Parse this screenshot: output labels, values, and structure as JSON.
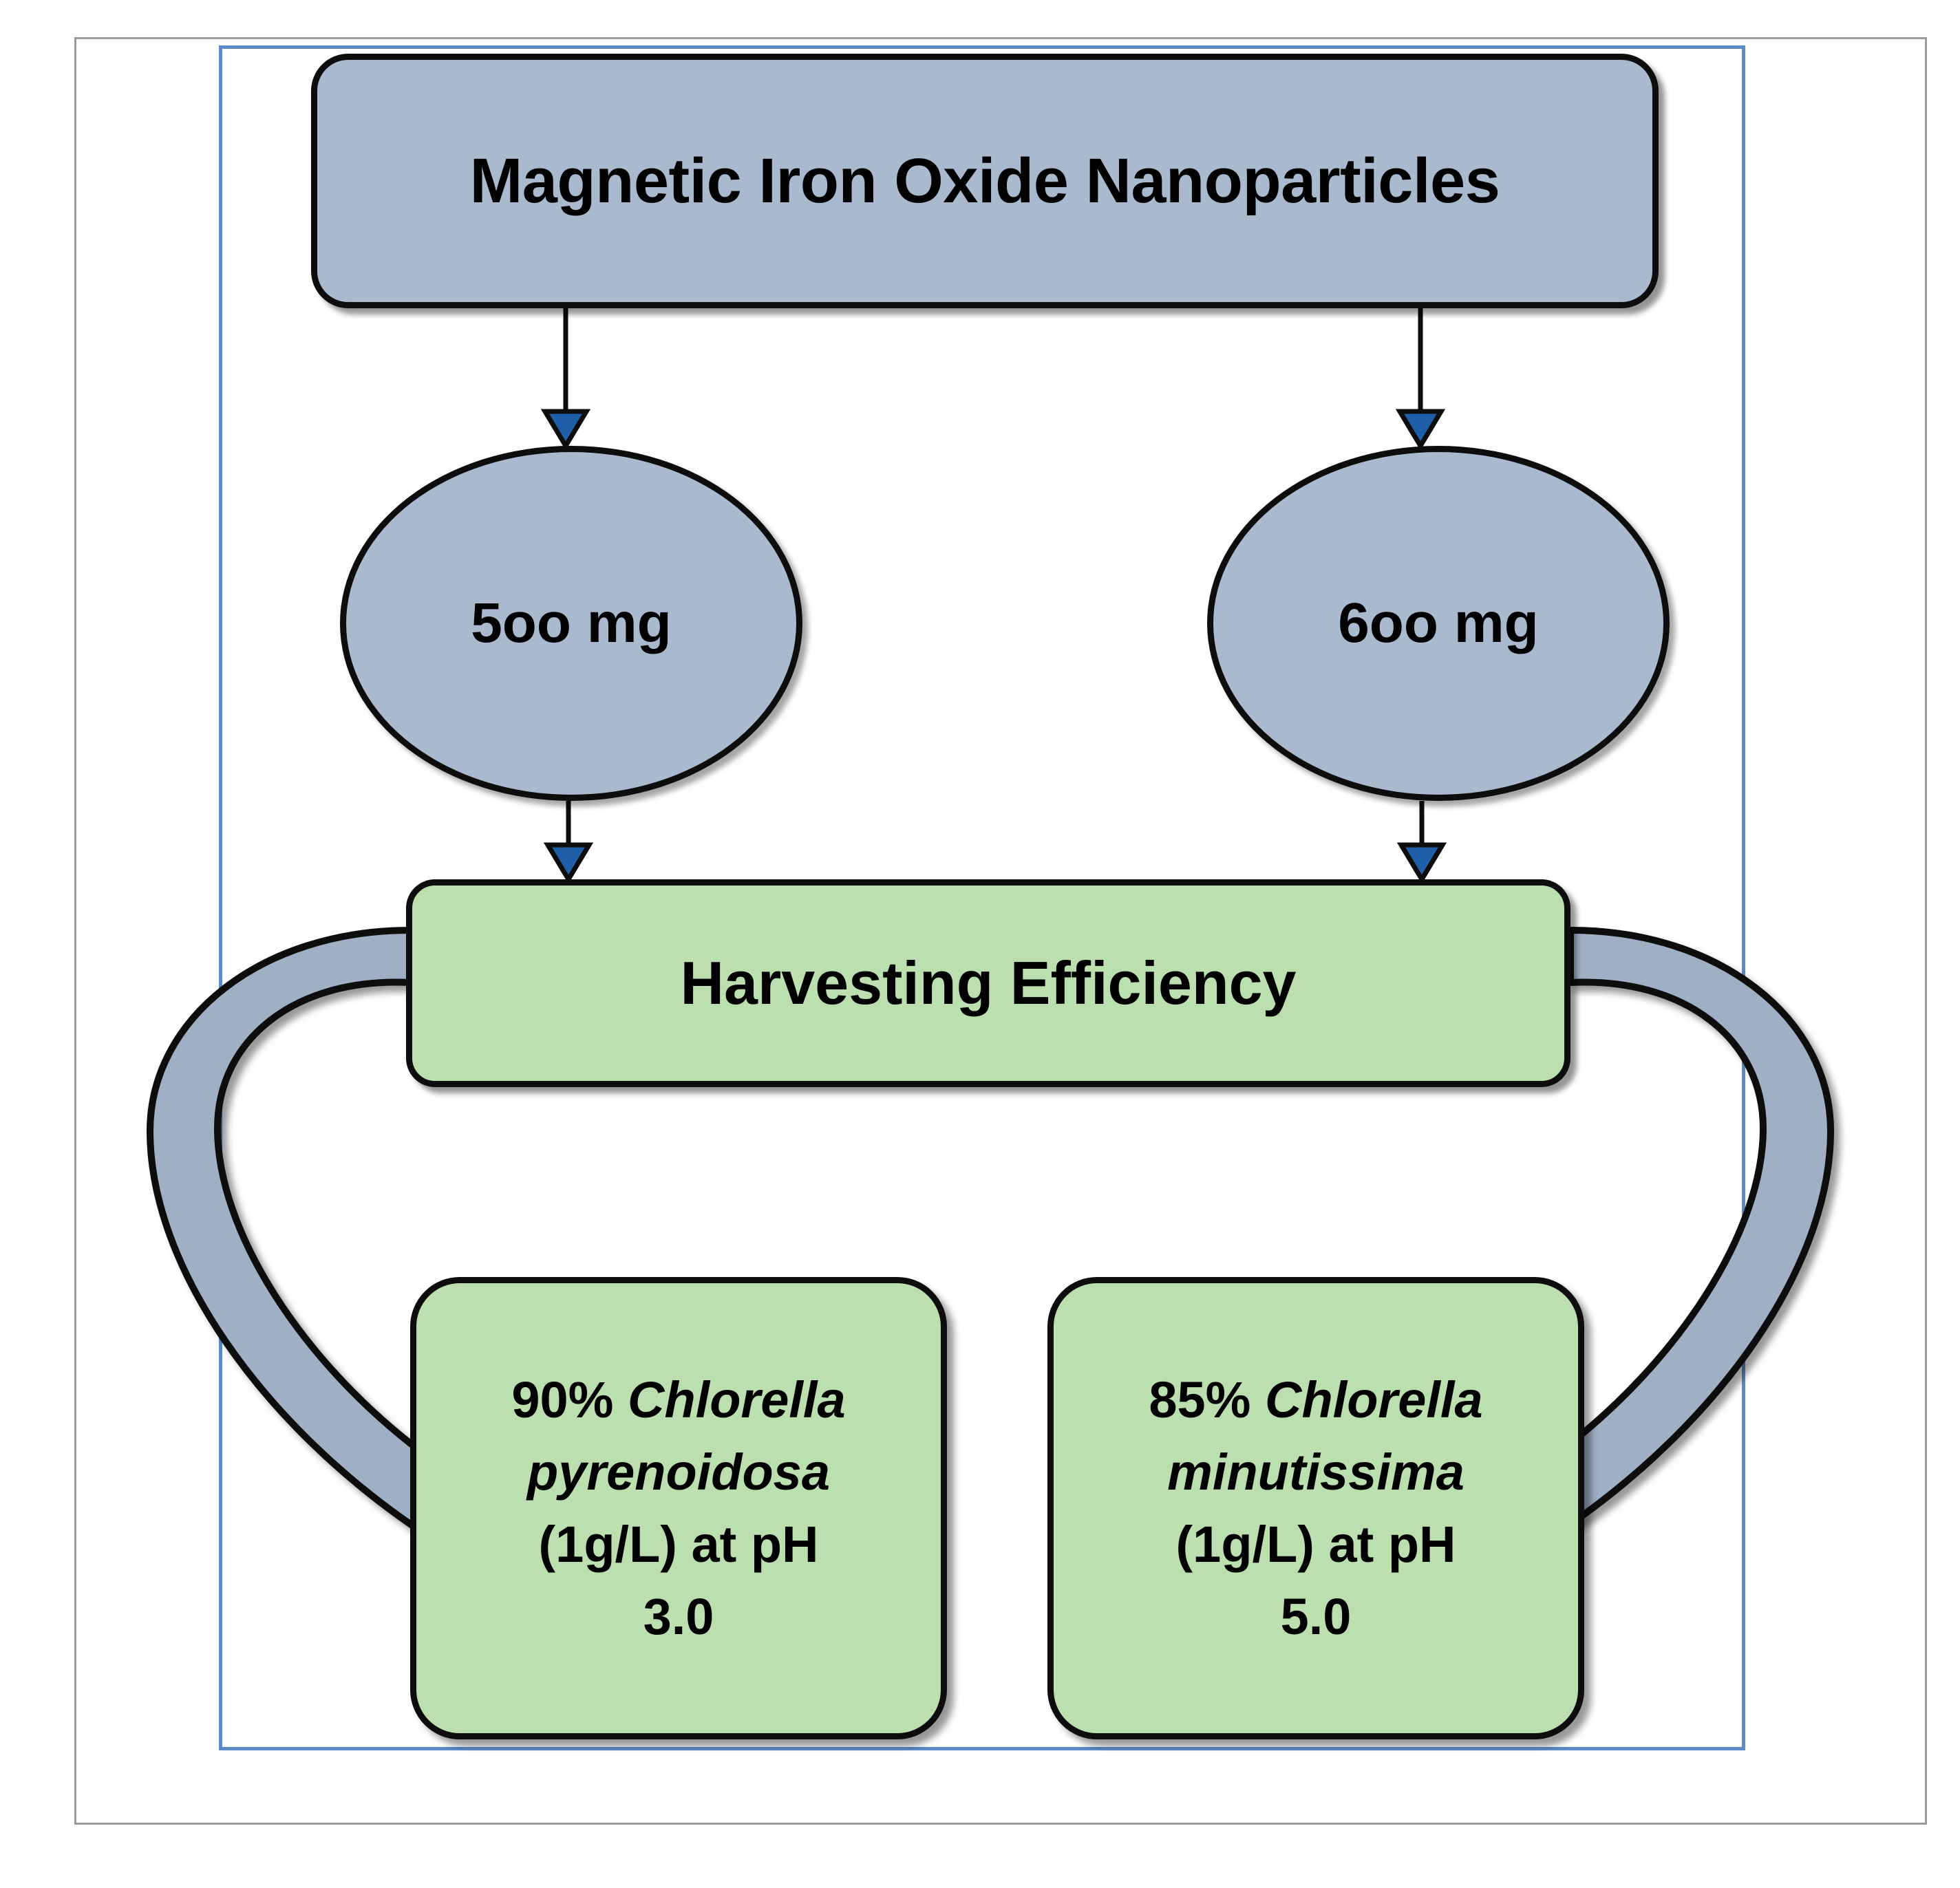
{
  "diagram": {
    "title_node": {
      "label": "Magnetic Iron Oxide Nanoparticles",
      "fill": "#a9bace"
    },
    "dosages": [
      {
        "label": "5oo mg",
        "fill": "#a9bace"
      },
      {
        "label": "6oo mg",
        "fill": "#a9bace"
      }
    ],
    "efficiency_node": {
      "label": "Harvesting Efficiency",
      "fill": "#bcdfb0"
    },
    "outcomes": [
      {
        "percent": "90%",
        "genus": "Chlorella",
        "species": "pyrenoidosa",
        "concentration": "(1g/L) at pH",
        "ph": "3.0",
        "fill": "#bcdfb0"
      },
      {
        "percent": "85%",
        "genus": "Chlorella",
        "species": "minutissima",
        "concentration": "(1g/L) at pH",
        "ph": "5.0",
        "fill": "#bcdfb0"
      }
    ],
    "connectors": {
      "straight_arrow_color": "#1f5fa9",
      "straight_arrow_outline": "#0d0d0d",
      "curved_arrow_fill": "#9fb0c4",
      "curved_arrow_outline": "#0d0d0d"
    },
    "frames": {
      "outer_border_color": "#9a9a9a",
      "inner_border_color": "#5b8cc8",
      "background": "#ffffff"
    }
  }
}
